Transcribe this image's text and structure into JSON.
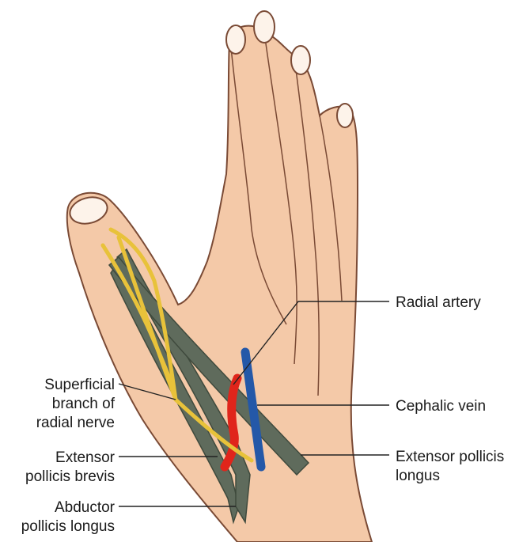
{
  "labels": {
    "radial_artery": "Radial artery",
    "cephalic_vein": "Cephalic vein",
    "epl_line1": "Extensor pollicis",
    "epl_line2": "longus",
    "sbrn_line1": "Superficial",
    "sbrn_line2": "branch of",
    "sbrn_line3": "radial nerve",
    "epb_line1": "Extensor",
    "epb_line2": "pollicis brevis",
    "apl_line1": "Abductor",
    "apl_line2": "pollicis longus"
  },
  "colors": {
    "skin": "#f4c9a8",
    "skin_outline": "#7a4a35",
    "nail": "#fdf3ea",
    "tendon": "#5f6b5c",
    "tendon_dark": "#3f4a3d",
    "nerve": "#e8c23a",
    "nerve_outline": "#8a6a10",
    "artery": "#e0251b",
    "vein": "#2458a8",
    "leader": "#222222"
  }
}
